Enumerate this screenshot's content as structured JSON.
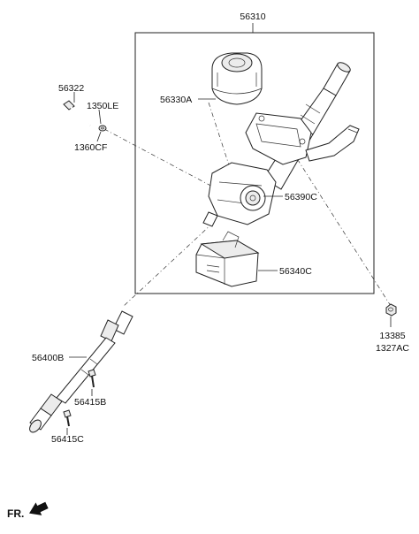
{
  "labels": {
    "assembly": "56310",
    "bolt": "56322",
    "washer_a": "1350LE",
    "washer_b": "1360CF",
    "motor": "56330A",
    "lock_housing": "56390C",
    "ecu": "56340C",
    "nut_a": "13385",
    "nut_b": "1327AC",
    "shaft": "56400B",
    "bolt_b": "56415B",
    "bolt_c": "56415C",
    "front_marker": "FR."
  }
}
